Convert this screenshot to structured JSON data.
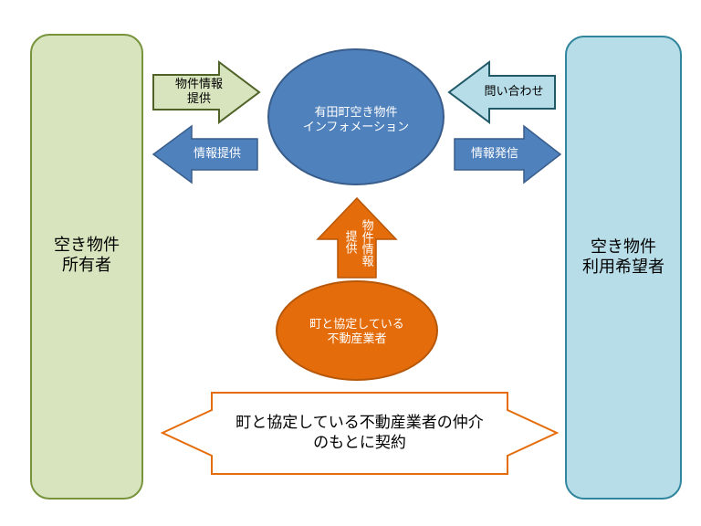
{
  "nodes": {
    "owner": "空き物件\n所有者",
    "seeker": "空き物件\n利用希望者",
    "info_center": "有田町空き物件\nインフォメーション",
    "realtor": "町と協定している\n不動産業者"
  },
  "arrows": {
    "owner_property_info": "物件情報\n提供",
    "center_info_to_owner": "情報提供",
    "seeker_inquiry": "問い合わせ",
    "center_info_to_seeker": "情報発信",
    "realtor_property_info_col1": "物件情報",
    "realtor_property_info_col2": "提供",
    "contract": "町と協定している不動産業者の仲介\nのもとに契約"
  },
  "colors": {
    "owner_fill": "#d7e4bd",
    "owner_stroke": "#77933c",
    "seeker_fill": "#b7dde8",
    "seeker_stroke": "#31859c",
    "center_fill": "#4f81bd",
    "center_stroke": "#385d8a",
    "realtor_fill": "#e46c0a",
    "realtor_stroke": "#b65708",
    "green_arrow_fill": "#d7e4bd",
    "green_arrow_stroke": "#4f6228",
    "light_blue_arrow_fill": "#b7dde8",
    "light_blue_arrow_stroke": "#215968",
    "contract_arrow_stroke": "#e46c0a"
  }
}
